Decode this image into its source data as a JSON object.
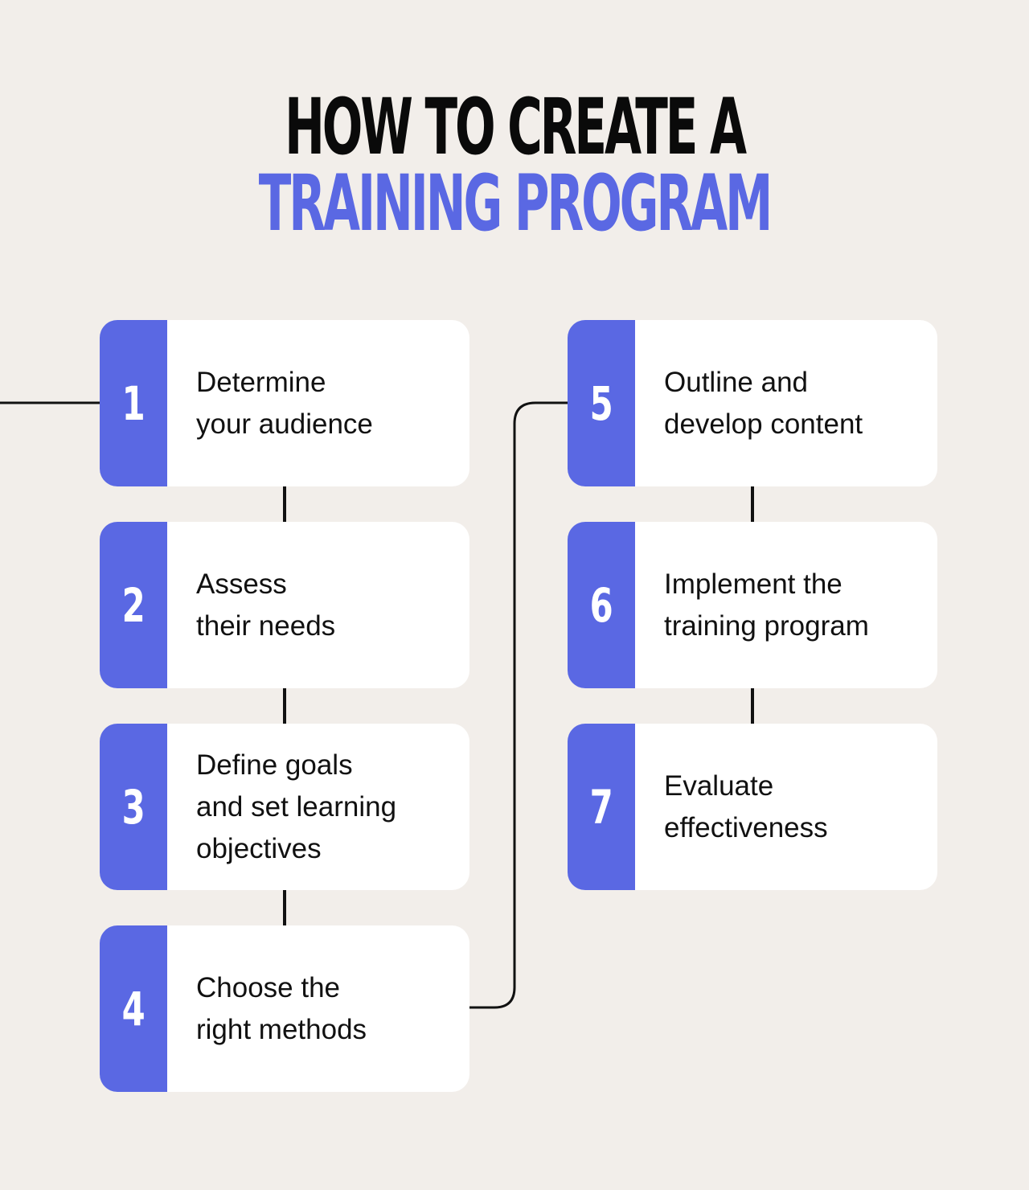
{
  "title": {
    "line1": "HOW TO CREATE A",
    "line2": "TRAINING PROGRAM"
  },
  "steps": [
    {
      "number": "1",
      "label": "Determine\nyour audience"
    },
    {
      "number": "2",
      "label": "Assess\ntheir needs"
    },
    {
      "number": "3",
      "label": "Define goals\nand set learning\nobjectives"
    },
    {
      "number": "4",
      "label": "Choose the\nright methods"
    },
    {
      "number": "5",
      "label": "Outline and\ndevelop content"
    },
    {
      "number": "6",
      "label": "Implement the\ntraining program"
    },
    {
      "number": "7",
      "label": "Evaluate\neffectiveness"
    }
  ],
  "colors": {
    "background": "#f2eeea",
    "accent": "#5a68e3",
    "card": "#ffffff",
    "text": "#111111"
  }
}
